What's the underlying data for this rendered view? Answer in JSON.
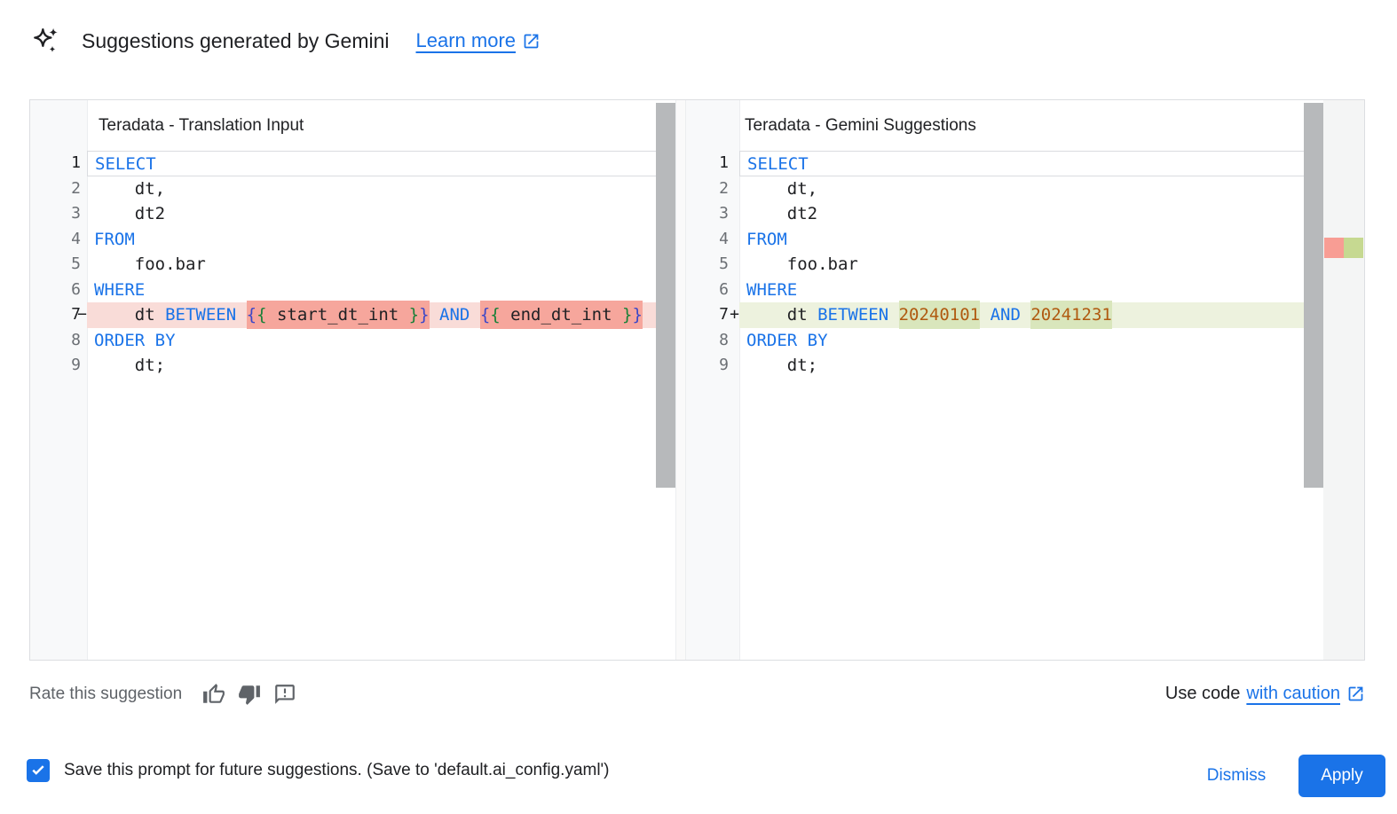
{
  "header": {
    "icon": "gemini-sparkle-icon",
    "title": "Suggestions generated by Gemini",
    "learn_more_label": "Learn more"
  },
  "panels": [
    {
      "title": "Teradata - Translation Input",
      "lines": [
        {
          "n": 1,
          "active": true,
          "tokens": [
            {
              "t": "SELECT",
              "c": "kw"
            }
          ]
        },
        {
          "n": 2,
          "tokens": [
            {
              "t": "    dt,",
              "c": "pl"
            }
          ]
        },
        {
          "n": 3,
          "tokens": [
            {
              "t": "    dt2",
              "c": "pl"
            }
          ]
        },
        {
          "n": 4,
          "tokens": [
            {
              "t": "FROM",
              "c": "kw"
            }
          ]
        },
        {
          "n": 5,
          "tokens": [
            {
              "t": "    foo.bar",
              "c": "pl"
            }
          ]
        },
        {
          "n": 6,
          "tokens": [
            {
              "t": "WHERE",
              "c": "kw"
            }
          ]
        },
        {
          "n": 7,
          "diff": "removed",
          "sign": "−",
          "tokens": [
            {
              "t": "    dt ",
              "c": "pl"
            },
            {
              "t": "BETWEEN",
              "c": "kw"
            },
            {
              "t": " ",
              "c": "pl"
            },
            {
              "t": "{",
              "c": "br-outer",
              "hl": true
            },
            {
              "t": "{",
              "c": "br-inner",
              "hl": true
            },
            {
              "t": " start_dt_int ",
              "c": "pl",
              "hl": true
            },
            {
              "t": "}",
              "c": "br-inner",
              "hl": true
            },
            {
              "t": "}",
              "c": "br-outer",
              "hl": true
            },
            {
              "t": " ",
              "c": "pl"
            },
            {
              "t": "AND",
              "c": "kw"
            },
            {
              "t": " ",
              "c": "pl"
            },
            {
              "t": "{",
              "c": "br-outer",
              "hl": true
            },
            {
              "t": "{",
              "c": "br-inner",
              "hl": true
            },
            {
              "t": " end_dt_int ",
              "c": "pl",
              "hl": true
            },
            {
              "t": "}",
              "c": "br-inner",
              "hl": true
            },
            {
              "t": "}",
              "c": "br-outer",
              "hl": true
            }
          ]
        },
        {
          "n": 8,
          "tokens": [
            {
              "t": "ORDER BY",
              "c": "kw"
            }
          ]
        },
        {
          "n": 9,
          "tokens": [
            {
              "t": "    dt;",
              "c": "pl"
            }
          ]
        }
      ]
    },
    {
      "title": "Teradata - Gemini Suggestions",
      "lines": [
        {
          "n": 1,
          "active": true,
          "tokens": [
            {
              "t": "SELECT",
              "c": "kw"
            }
          ]
        },
        {
          "n": 2,
          "tokens": [
            {
              "t": "    dt,",
              "c": "pl"
            }
          ]
        },
        {
          "n": 3,
          "tokens": [
            {
              "t": "    dt2",
              "c": "pl"
            }
          ]
        },
        {
          "n": 4,
          "tokens": [
            {
              "t": "FROM",
              "c": "kw"
            }
          ]
        },
        {
          "n": 5,
          "tokens": [
            {
              "t": "    foo.bar",
              "c": "pl"
            }
          ]
        },
        {
          "n": 6,
          "tokens": [
            {
              "t": "WHERE",
              "c": "kw"
            }
          ]
        },
        {
          "n": 7,
          "diff": "added",
          "sign": "+",
          "tokens": [
            {
              "t": "    dt ",
              "c": "pl"
            },
            {
              "t": "BETWEEN",
              "c": "kw"
            },
            {
              "t": " ",
              "c": "pl"
            },
            {
              "t": "20240101",
              "c": "num",
              "hl": true
            },
            {
              "t": " ",
              "c": "pl"
            },
            {
              "t": "AND",
              "c": "kw"
            },
            {
              "t": " ",
              "c": "pl"
            },
            {
              "t": "20241231",
              "c": "num",
              "hl": true
            }
          ]
        },
        {
          "n": 8,
          "tokens": [
            {
              "t": "ORDER BY",
              "c": "kw"
            }
          ]
        },
        {
          "n": 9,
          "tokens": [
            {
              "t": "    dt;",
              "c": "pl"
            }
          ]
        }
      ]
    }
  ],
  "footer": {
    "rate_label": "Rate this suggestion",
    "icons": [
      "thumb-up-icon",
      "thumb-down-icon",
      "feedback-icon"
    ],
    "use_code_prefix": "Use code",
    "use_code_link": "with caution"
  },
  "bottom_bar": {
    "checkbox_checked": true,
    "save_label": "Save this prompt for future suggestions. (Save to 'default.ai_config.yaml')",
    "dismiss_label": "Dismiss",
    "apply_label": "Apply"
  },
  "colors": {
    "accent": "#1a73e8",
    "keyword": "#1a73e8",
    "number": "#b05a10",
    "brace_outer": "#3b47c8",
    "brace_inner": "#188038",
    "removed_line_bg": "#f9dcd8",
    "removed_inline_bg": "#f6a69c",
    "added_line_bg": "#edf2de",
    "added_inline_bg": "#d9e6bc",
    "ruler_removed": "#f89d94",
    "ruler_added": "#c6d991",
    "scrollbar_thumb": "#b7b9bb",
    "gutter_bg": "#f8f9fa"
  }
}
